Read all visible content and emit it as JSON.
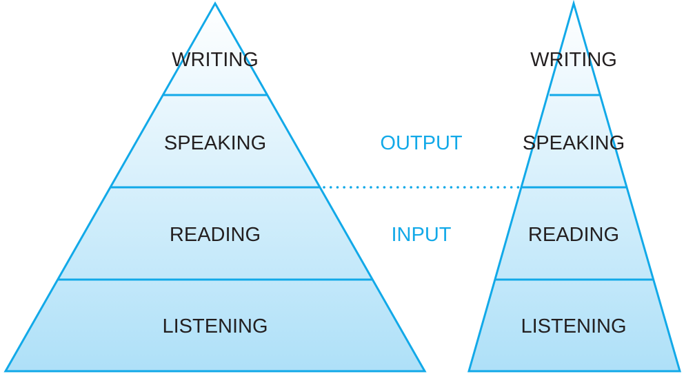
{
  "left_pyramid": {
    "levels": [
      "WRITING",
      "SPEAKING",
      "READING",
      "LISTENING"
    ]
  },
  "right_pyramid": {
    "levels": [
      "WRITING",
      "SPEAKING",
      "READING",
      "LISTENING"
    ]
  },
  "divider_labels": {
    "output": "OUTPUT",
    "input": "INPUT"
  },
  "colors": {
    "stroke": "#12a9e8",
    "fill_top": "#ffffff",
    "fill_bottom": "#aee0f8",
    "text": "#231f20"
  }
}
